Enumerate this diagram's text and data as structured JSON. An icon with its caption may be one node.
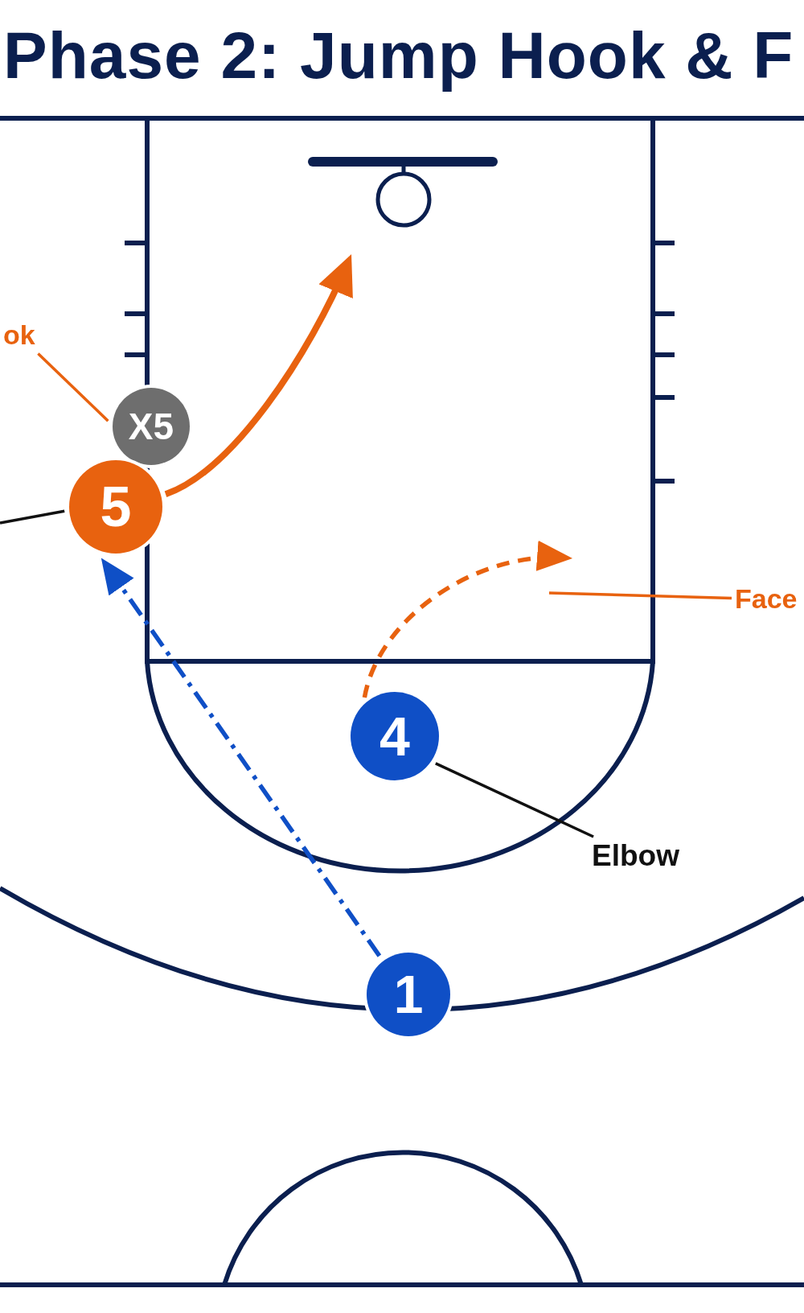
{
  "diagram": {
    "title": "Phase 2: Jump Hook & F",
    "nodes": [
      {
        "text": [
          "ok"
        ]
      },
      {
        "text": [
          "X5"
        ]
      },
      {
        "text": [
          "5"
        ]
      },
      {
        "text": [
          "Face"
        ]
      },
      {
        "text": [
          "4"
        ]
      },
      {
        "text": [
          "Elbow"
        ]
      },
      {
        "text": [
          "1"
        ]
      }
    ],
    "edges": [
      {
        "from": 0,
        "to": 1,
        "arrow": "none"
      },
      {
        "from": null,
        "to": 2,
        "arrow": "none",
        "color": "#111111"
      },
      {
        "from": 2,
        "to": null,
        "arrow": "to",
        "style": "thick"
      },
      {
        "from": 4,
        "to": null,
        "arrow": "to",
        "style": "dashed"
      },
      {
        "from": 3,
        "to": null,
        "arrow": "none"
      },
      {
        "from": 5,
        "to": 4,
        "arrow": "none",
        "color": "#111111"
      },
      {
        "from": 6,
        "to": 2,
        "arrow": "to",
        "style": "dashed",
        "color": "#0f4fc6"
      }
    ]
  }
}
